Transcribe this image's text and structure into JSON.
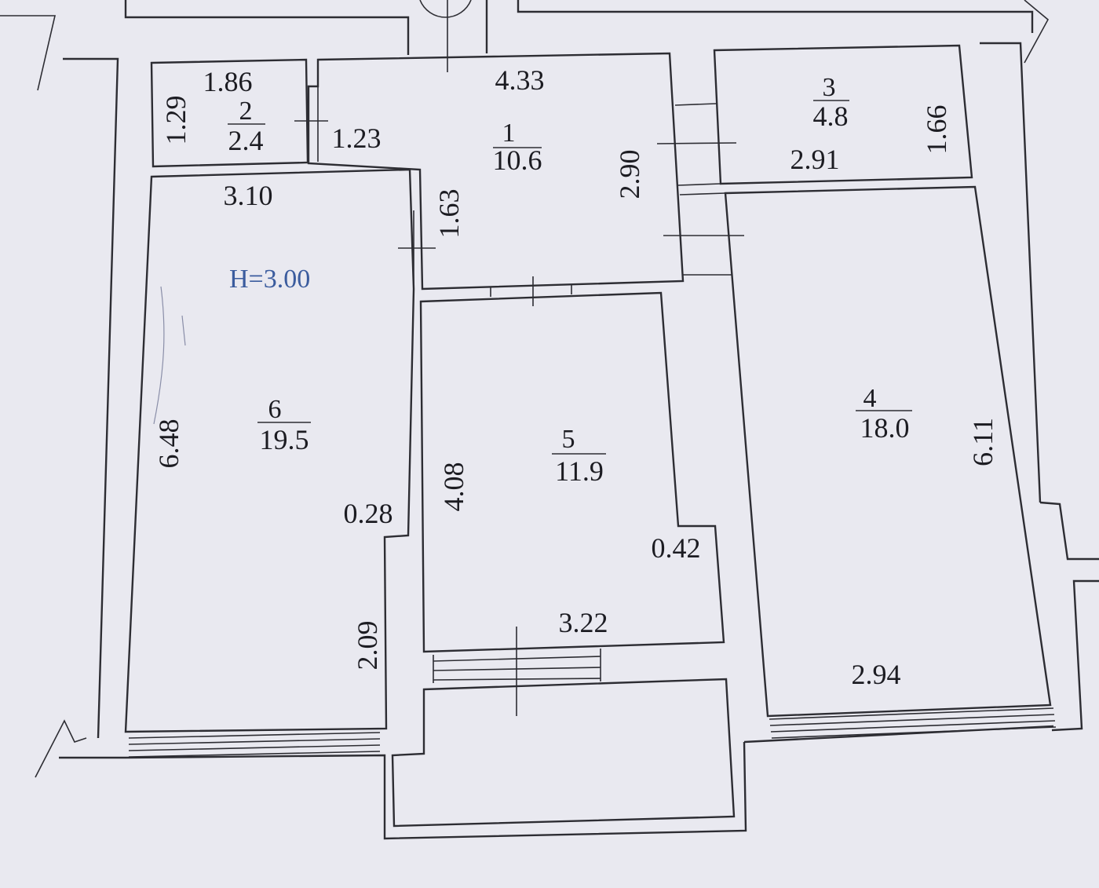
{
  "plan": {
    "ceiling_height": "H=3.00",
    "rooms": [
      {
        "number": "1",
        "area": "10.6"
      },
      {
        "number": "2",
        "area": "2.4"
      },
      {
        "number": "3",
        "area": "4.8"
      },
      {
        "number": "4",
        "area": "18.0"
      },
      {
        "number": "5",
        "area": "11.9"
      },
      {
        "number": "6",
        "area": "19.5"
      }
    ],
    "dimensions": {
      "room1_width": "4.33",
      "room1_inner": "1.23",
      "room1_depth": "2.90",
      "corridor_width": "1.63",
      "room2_width": "1.86",
      "room2_depth": "1.29",
      "room3_width": "2.91",
      "room3_depth": "1.66",
      "room4_depth": "6.11",
      "room4_width": "2.94",
      "room5_depth": "4.08",
      "room5_width": "3.22",
      "room5_offset": "0.42",
      "room6_width": "3.10",
      "room6_depth": "6.48",
      "room6_offset": "0.28",
      "room6_lower": "2.09"
    }
  }
}
